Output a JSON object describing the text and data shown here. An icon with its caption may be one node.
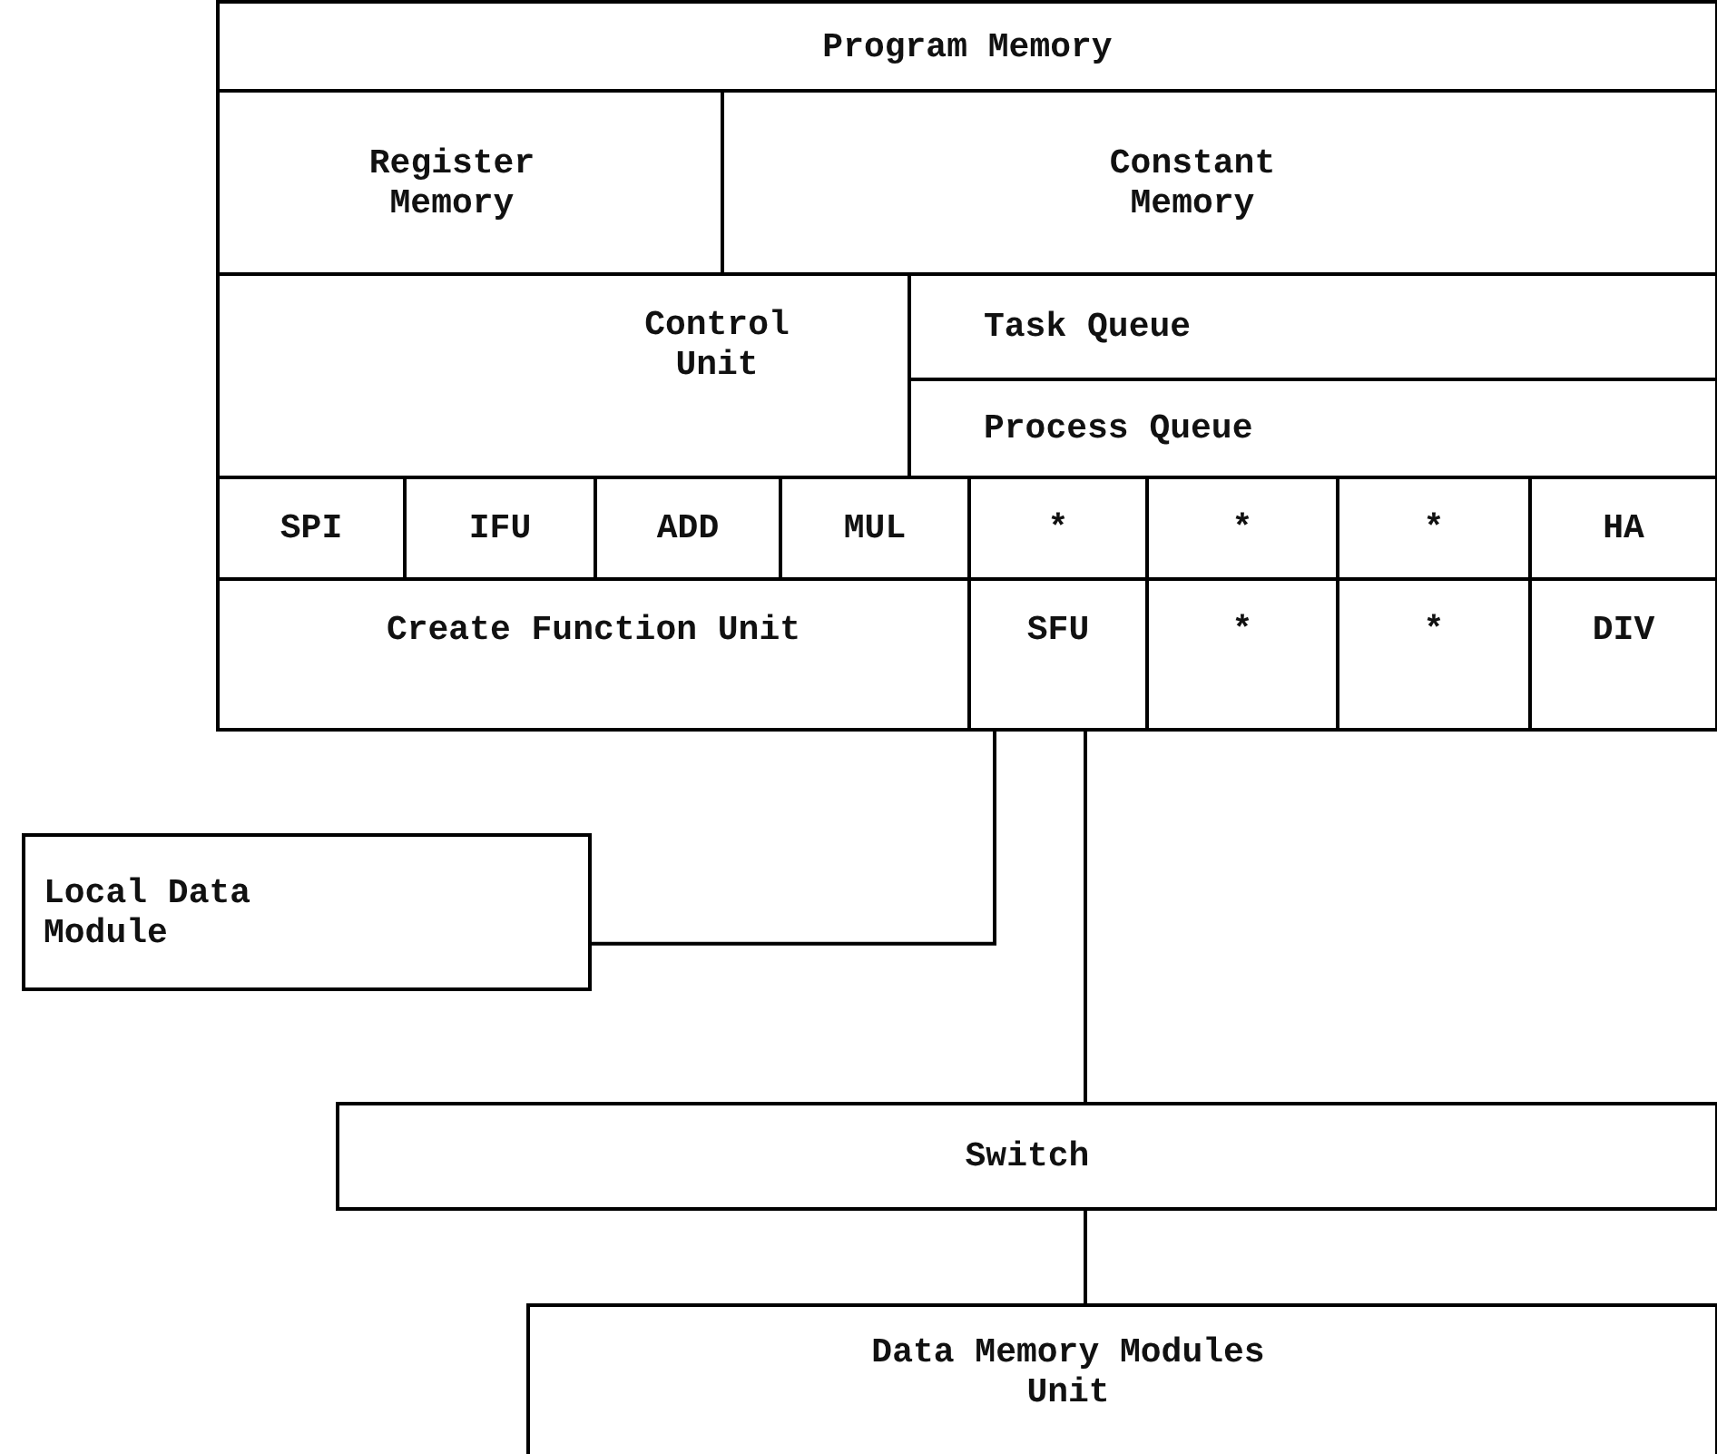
{
  "diagram": {
    "nodes": [
      {
        "text": [
          "Program Memory"
        ]
      },
      {
        "text": [
          "Register Memory"
        ]
      },
      {
        "text": [
          "Constant Memory"
        ]
      },
      {
        "text": [
          "Control Unit"
        ]
      },
      {
        "text": [
          "Task Queue"
        ]
      },
      {
        "text": [
          "Process Queue"
        ]
      },
      {
        "text": [
          "SPI"
        ]
      },
      {
        "text": [
          "IFU"
        ]
      },
      {
        "text": [
          "ADD"
        ]
      },
      {
        "text": [
          "MUL"
        ]
      },
      {
        "text": [
          "*"
        ]
      },
      {
        "text": [
          "*"
        ]
      },
      {
        "text": [
          "*"
        ]
      },
      {
        "text": [
          "HA"
        ]
      },
      {
        "text": [
          "Create Function Unit"
        ]
      },
      {
        "text": [
          "SFU"
        ]
      },
      {
        "text": [
          "*"
        ]
      },
      {
        "text": [
          "*"
        ]
      },
      {
        "text": [
          "DIV"
        ]
      },
      {
        "text": [
          "Local Data Module"
        ]
      },
      {
        "text": [
          "Switch"
        ]
      },
      {
        "text": [
          "Data Memory Modules Unit"
        ]
      }
    ],
    "edges": [
      {
        "from": 15,
        "to": 19,
        "arrow": "none"
      },
      {
        "from": 15,
        "to": 20,
        "arrow": "none"
      },
      {
        "from": 20,
        "to": 21,
        "arrow": "none"
      }
    ]
  }
}
